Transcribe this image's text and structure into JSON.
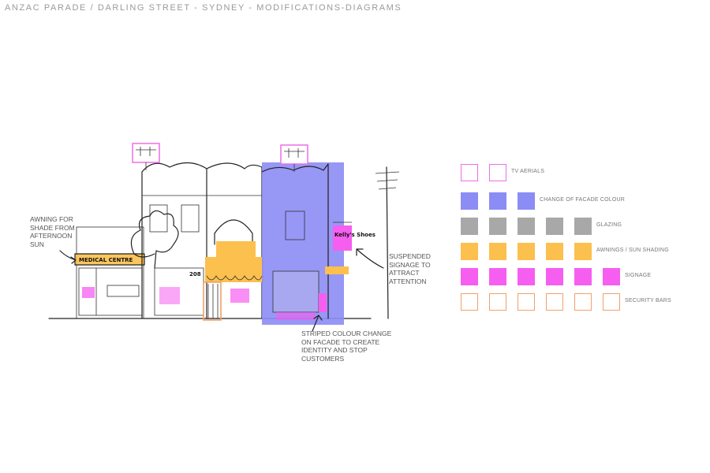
{
  "title": "ANZAC PARADE / DARLING STREET - SYDNEY - MODIFICATIONS-DIAGRAMS",
  "annotations": {
    "awning": "AWNING FOR SHADE FROM AFTERNOON SUN",
    "suspended": "SUSPENDED SIGNAGE TO ATTRACT ATTENTION",
    "striped": "STRIPED COLOUR CHANGE ON FACADE TO CREATE IDENTITY AND STOP CUSTOMERS"
  },
  "signs": {
    "medical": "MEDICAL CENTRE",
    "suspended": "Kelly's Shoes",
    "number": "208"
  },
  "colors": {
    "tv_aerials": "#ee6ee6",
    "facade": "#8c8cf5",
    "glazing": "#a8a8a8",
    "awnings": "#fbc04d",
    "signage": "#f65ef0",
    "security": "#f2a06a"
  },
  "legend": [
    {
      "label": "TV AERIALS",
      "count": 2,
      "style": "outline",
      "color": "#ee6ee6"
    },
    {
      "label": "CHANGE OF FACADE COLOUR",
      "count": 3,
      "style": "fill",
      "color": "#8c8cf5"
    },
    {
      "label": "GLAZING",
      "count": 5,
      "style": "fill",
      "color": "#a8a8a8"
    },
    {
      "label": "AWNINGS / SUN SHADING",
      "count": 5,
      "style": "fill",
      "color": "#fbc04d"
    },
    {
      "label": "SIGNAGE",
      "count": 6,
      "style": "fill",
      "color": "#f65ef0"
    },
    {
      "label": "SECURITY BARS",
      "count": 6,
      "style": "outline",
      "color": "#f2a06a"
    }
  ]
}
